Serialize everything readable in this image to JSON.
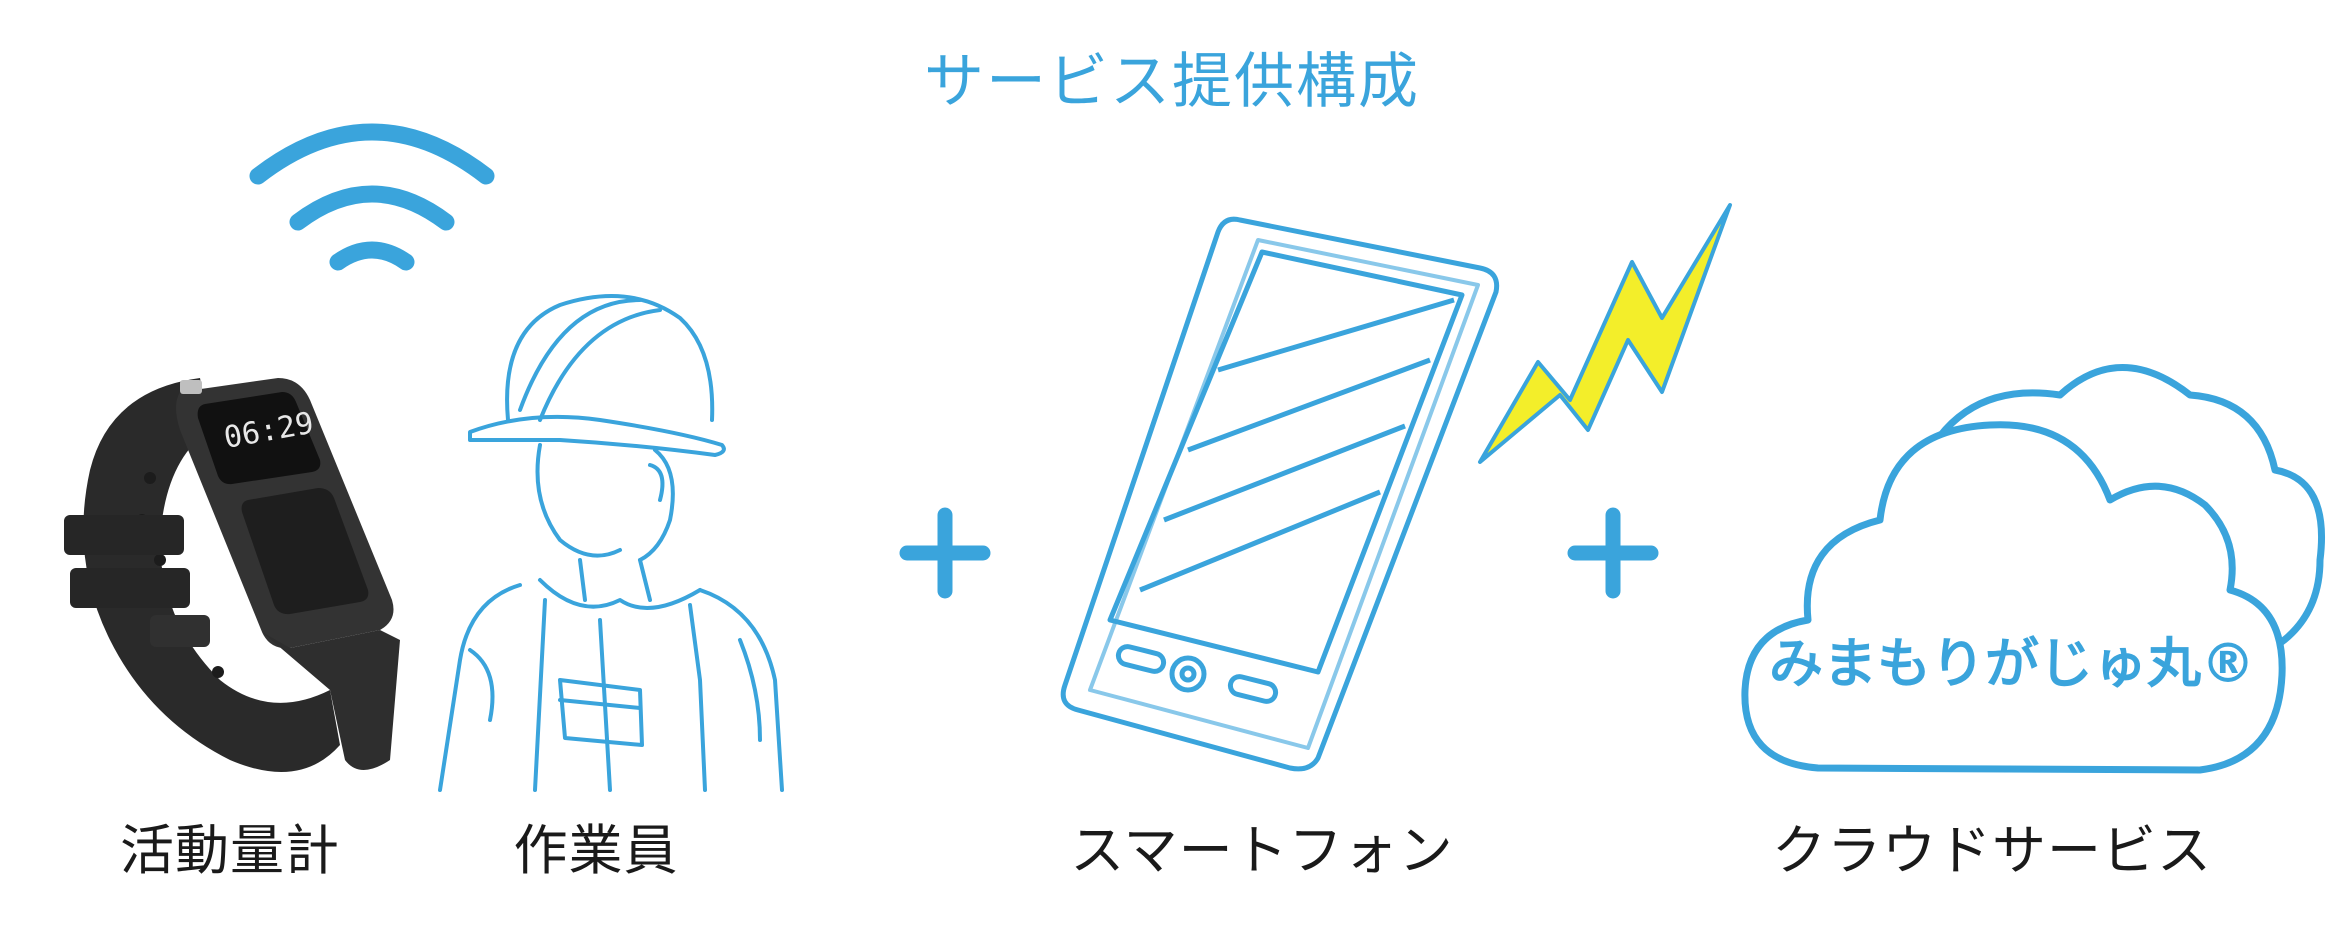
{
  "title": "サービス提供構成",
  "labels": {
    "activity_meter": "活動量計",
    "worker": "作業員",
    "smartphone": "スマートフォン",
    "cloud_service": "クラウドサービス"
  },
  "watch_display": "06:29",
  "cloud_brand": "みまもりがじゅ丸®",
  "colors": {
    "accent": "#3aa4dc",
    "lightning": "#f3ee2a",
    "band": "#2c2c2c"
  },
  "icons": [
    "wifi-icon",
    "smartwatch-icon",
    "worker-icon",
    "plus-icon",
    "smartphone-icon",
    "lightning-icon",
    "cloud-icon"
  ]
}
